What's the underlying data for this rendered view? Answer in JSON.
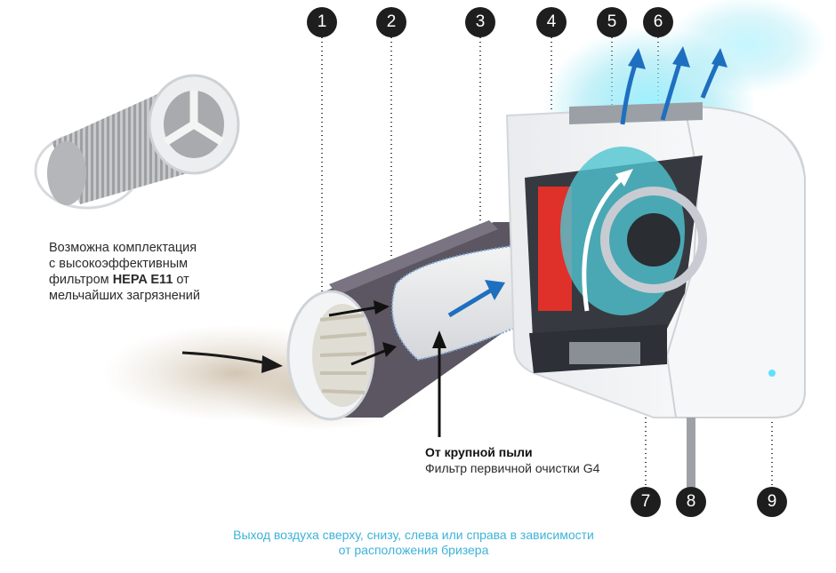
{
  "markers": [
    "1",
    "2",
    "3",
    "4",
    "5",
    "6",
    "7",
    "8",
    "9"
  ],
  "hepa_note": {
    "line1": "Возможна комплектация",
    "line2": "с высокоэффективным",
    "line3_prefix": "фильтром ",
    "line3_bold": "HEPA E11",
    "line3_suffix": " от",
    "line4": "мельчайших загрязнений"
  },
  "g4_note": {
    "title": "От крупной пыли",
    "subtitle": "Фильтр первичной очистки G4"
  },
  "bottom_note": {
    "line1": "Выход воздуха сверху, снизу, слева или справа в зависимости",
    "line2": "от расположения бризера"
  },
  "colors": {
    "marker_bg": "#1e1e1e",
    "accent_blue": "#1f6fc0",
    "cyan_glow": "#7fe0f0",
    "caption_cyan": "#3db3d8",
    "red_panel": "#e0302a",
    "insulation": "#5b5662"
  },
  "icons": [
    "hepa-filter-cartridge",
    "airflow-arrow",
    "status-led"
  ]
}
